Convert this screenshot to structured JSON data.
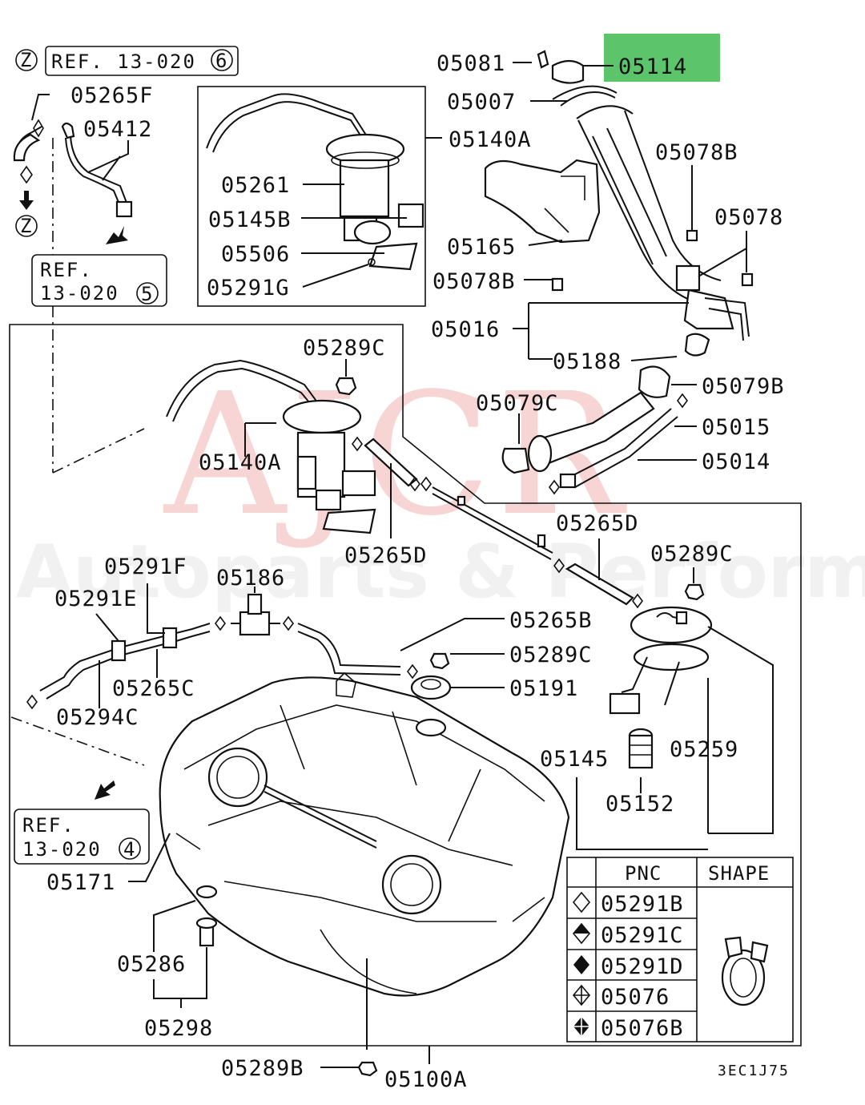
{
  "watermark": {
    "main": "AJCR",
    "sub": "Autoparts & Performance"
  },
  "highlight": {
    "part": "05114",
    "color": "#5cc46b"
  },
  "refs": {
    "ref6": {
      "letter": "Z",
      "text": "REF. 13-020",
      "num": "6"
    },
    "ref5": {
      "line1": "REF.",
      "line2": "13-020",
      "num": "5"
    },
    "ref4": {
      "line1": "REF.",
      "line2": "13-020",
      "num": "4"
    },
    "z_marker": "Z"
  },
  "labels": {
    "p05081": "05081",
    "p05114": "05114",
    "p05007": "05007",
    "p05265F": "05265F",
    "p05412": "05412",
    "p05140A_top": "05140A",
    "p05261": "05261",
    "p05145B": "05145B",
    "p05506": "05506",
    "p05291G": "05291G",
    "p05078B_a": "05078B",
    "p05078": "05078",
    "p05165": "05165",
    "p05078B_b": "05078B",
    "p05016": "05016",
    "p05188": "05188",
    "p05079B": "05079B",
    "p05079C": "05079C",
    "p05015": "05015",
    "p05014": "05014",
    "p05289C_a": "05289C",
    "p05140A_mid": "05140A",
    "p05265D_a": "05265D",
    "p05265D_b": "05265D",
    "p05289C_b": "05289C",
    "p05291F": "05291F",
    "p05186": "05186",
    "p05291E": "05291E",
    "p05265B": "05265B",
    "p05289C_c": "05289C",
    "p05265C": "05265C",
    "p05191": "05191",
    "p05294C": "05294C",
    "p05145": "05145",
    "p05259": "05259",
    "p05152": "05152",
    "p05171": "05171",
    "p05286": "05286",
    "p05298": "05298",
    "p05289B": "05289B",
    "p05100A": "05100A"
  },
  "table": {
    "headers": {
      "pnc": "PNC",
      "shape": "SHAPE"
    },
    "rows": [
      {
        "symbol": "diamond-outline-icon",
        "pnc": "05291B"
      },
      {
        "symbol": "diamond-half-icon",
        "pnc": "05291C"
      },
      {
        "symbol": "diamond-filled-icon",
        "pnc": "05291D"
      },
      {
        "symbol": "diamond-cross-icon",
        "pnc": "05076"
      },
      {
        "symbol": "diamond-cross-filled-icon",
        "pnc": "05076B"
      }
    ]
  },
  "code": "3EC1J75"
}
